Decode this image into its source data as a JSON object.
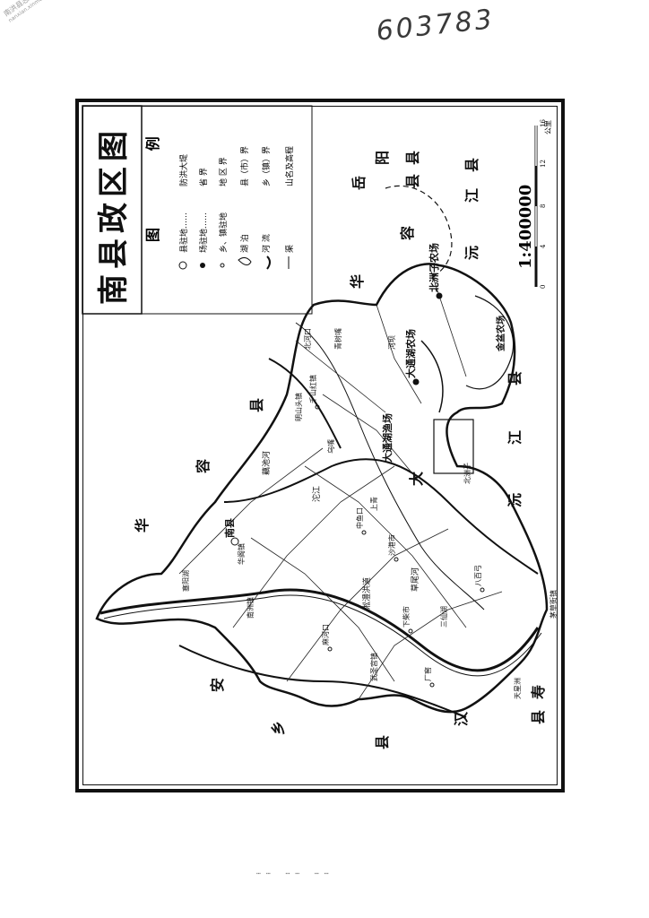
{
  "title": "南县政区图",
  "handwritten_note": "603783",
  "watermark": {
    "line1": "南洪县志",
    "line2": "nanxian.xinmucn.com"
  },
  "legend": {
    "heading": "图 例",
    "items": [
      {
        "symbol": "县驻地",
        "label": "县驻地……"
      },
      {
        "symbol": "场驻地",
        "label": "场驻地……"
      },
      {
        "symbol": "乡镇驻地",
        "label": "乡、镇驻地"
      },
      {
        "symbol": "湖泊",
        "label": "湖  泊"
      },
      {
        "symbol": "河流",
        "label": "河  流"
      },
      {
        "symbol": "渠",
        "label": "渠"
      },
      {
        "symbol": "防洪大堤",
        "label": "防洪大堤"
      },
      {
        "symbol": "省界",
        "label": "省  界"
      },
      {
        "symbol": "地区界",
        "label": "地 区 界"
      },
      {
        "symbol": "县市界",
        "label": "县（市）界"
      },
      {
        "symbol": "乡镇界",
        "label": "乡（镇）界"
      },
      {
        "symbol": "山名及高程",
        "label": "山名及高程"
      }
    ]
  },
  "scale": {
    "text": "1:400000",
    "unit": "公里",
    "ticks": [
      "16",
      "12",
      "8",
      "4",
      "0"
    ]
  },
  "neighbors": [
    {
      "name": "华",
      "kind": "region"
    },
    {
      "name": "容",
      "kind": "region"
    },
    {
      "name": "县",
      "kind": "region"
    },
    {
      "name": "安",
      "kind": "region"
    },
    {
      "name": "乡",
      "kind": "region"
    },
    {
      "name": "县",
      "kind": "region"
    },
    {
      "name": "汉",
      "kind": "region"
    },
    {
      "name": "寿",
      "kind": "region"
    },
    {
      "name": "县",
      "kind": "region"
    },
    {
      "name": "沅",
      "kind": "region"
    },
    {
      "name": "江",
      "kind": "region"
    },
    {
      "name": "县",
      "kind": "region"
    },
    {
      "name": "大",
      "kind": "region"
    },
    {
      "name": "华",
      "kind": "region"
    },
    {
      "name": "容",
      "kind": "region"
    },
    {
      "name": "县",
      "kind": "region"
    },
    {
      "name": "岳",
      "kind": "region"
    },
    {
      "name": "阳",
      "kind": "region"
    },
    {
      "name": "县",
      "kind": "region"
    },
    {
      "name": "沅",
      "kind": "region"
    },
    {
      "name": "江",
      "kind": "region"
    },
    {
      "name": "县",
      "kind": "region"
    }
  ],
  "places": [
    {
      "name": "南县",
      "kind": "county-seat"
    },
    {
      "name": "大通湖农场",
      "kind": "farm"
    },
    {
      "name": "北洲子农场",
      "kind": "farm"
    },
    {
      "name": "金盆农场",
      "kind": "farm"
    },
    {
      "name": "大通湖渔场",
      "kind": "farm"
    },
    {
      "name": "千山红镇",
      "kind": "town"
    },
    {
      "name": "中鱼口",
      "kind": "town"
    },
    {
      "name": "沙港市",
      "kind": "town"
    },
    {
      "name": "下柴市",
      "kind": "town"
    },
    {
      "name": "厂窖",
      "kind": "town"
    },
    {
      "name": "茅草街镇",
      "kind": "town"
    },
    {
      "name": "武圣宫镇",
      "kind": "town"
    },
    {
      "name": "八百弓",
      "kind": "town"
    },
    {
      "name": "麻河口",
      "kind": "town"
    },
    {
      "name": "明山头镇",
      "kind": "town"
    },
    {
      "name": "华阁镇",
      "kind": "town"
    },
    {
      "name": "南洲镇",
      "kind": "town"
    },
    {
      "name": "三仙湖",
      "kind": "town"
    },
    {
      "name": "北河口",
      "kind": "town"
    },
    {
      "name": "天星洲",
      "kind": "town"
    },
    {
      "name": "乌嘴",
      "kind": "town"
    },
    {
      "name": "北洲子",
      "kind": "town"
    },
    {
      "name": "塞阳湖",
      "kind": "lake"
    },
    {
      "name": "河坝",
      "kind": "town"
    },
    {
      "name": "青树嘴",
      "kind": "town"
    },
    {
      "name": "上青",
      "kind": "town"
    }
  ],
  "rivers": [
    {
      "name": "藕池河"
    },
    {
      "name": "沱江"
    },
    {
      "name": "淞澧洪道"
    },
    {
      "name": "草尾河"
    }
  ],
  "footer_text": "……  ……  ……"
}
